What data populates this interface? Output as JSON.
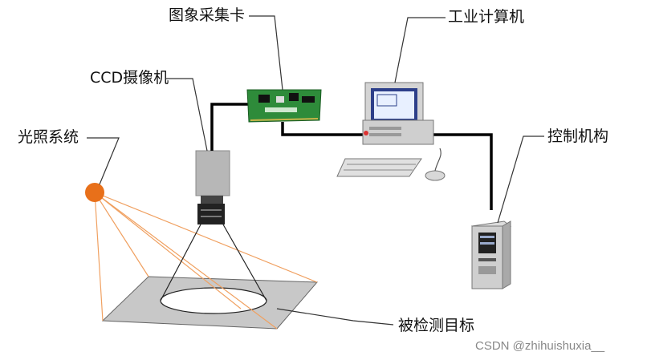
{
  "labels": {
    "capture_card": "图象采集卡",
    "ccd_camera": "CCD摄像机",
    "computer": "工业计算机",
    "lighting": "光照系统",
    "controller": "控制机构",
    "target": "被检测目标"
  },
  "watermark": "CSDN @zhihuishuxia__",
  "colors": {
    "light_source": "#e8701a",
    "light_rays": "#f0a060",
    "cable": "#000000",
    "plate": "#c8c8c8",
    "circuit_board": "#2e8b3a"
  }
}
